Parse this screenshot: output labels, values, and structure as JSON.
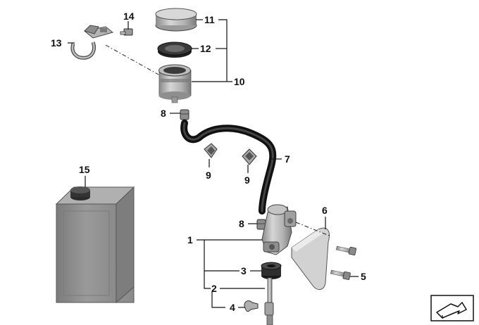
{
  "callouts": {
    "c1": "1",
    "c2": "2",
    "c3": "3",
    "c4": "4",
    "c5": "5",
    "c6": "6",
    "c7": "7",
    "c8a": "8",
    "c8b": "8",
    "c9a": "9",
    "c9b": "9",
    "c10": "10",
    "c11": "11",
    "c12": "12",
    "c13": "13",
    "c14": "14",
    "c15": "15"
  },
  "colors": {
    "metal_light": "#c9c9c9",
    "metal_mid": "#a8a8a8",
    "metal_dark": "#7d7d7d",
    "rubber": "#2b2b2b",
    "hose": "#1f1f1f",
    "line": "#111111"
  },
  "icons": {
    "nav": "arrow-box-icon"
  }
}
